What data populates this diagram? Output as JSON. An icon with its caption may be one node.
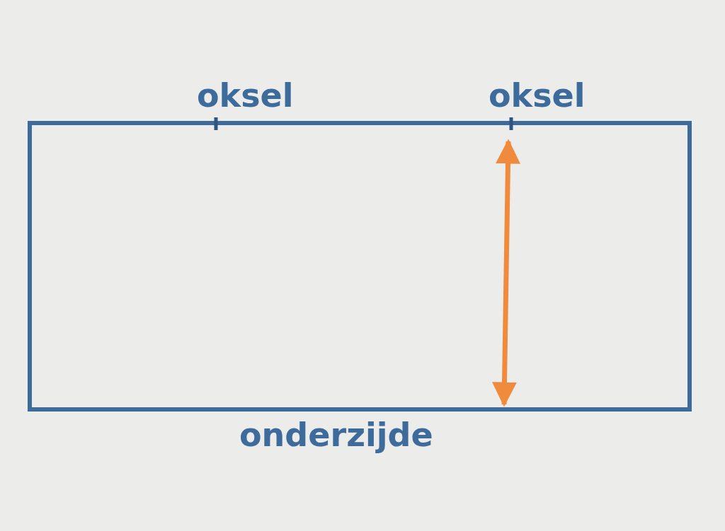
{
  "diagram": {
    "labels": [
      "oksel",
      "oksel",
      "onderzijde"
    ]
  }
}
